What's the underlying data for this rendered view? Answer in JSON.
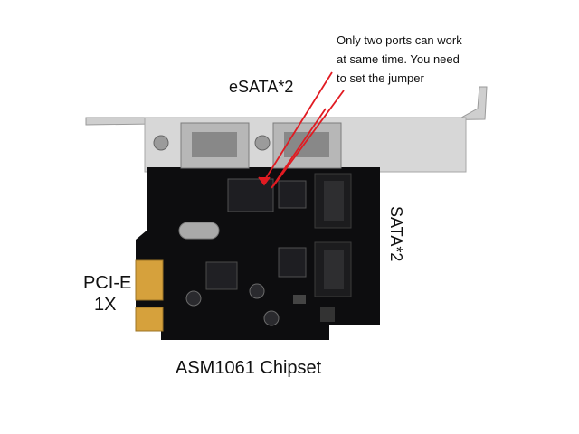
{
  "annotation": {
    "line1": "Only two ports can work",
    "line2": "at same time. You need",
    "line3": "to set the jumper"
  },
  "esata_label": "eSATA*2",
  "sata_label": "SATA*2",
  "pcie_label_1": "PCI-E",
  "pcie_label_2": "1X",
  "chipset_label": "ASM1061 Chipset",
  "colors": {
    "pcb": "#0d0d0f",
    "bracket": "#c9c9c9",
    "gold": "#d6a13c",
    "arrow": "#e11b22"
  }
}
